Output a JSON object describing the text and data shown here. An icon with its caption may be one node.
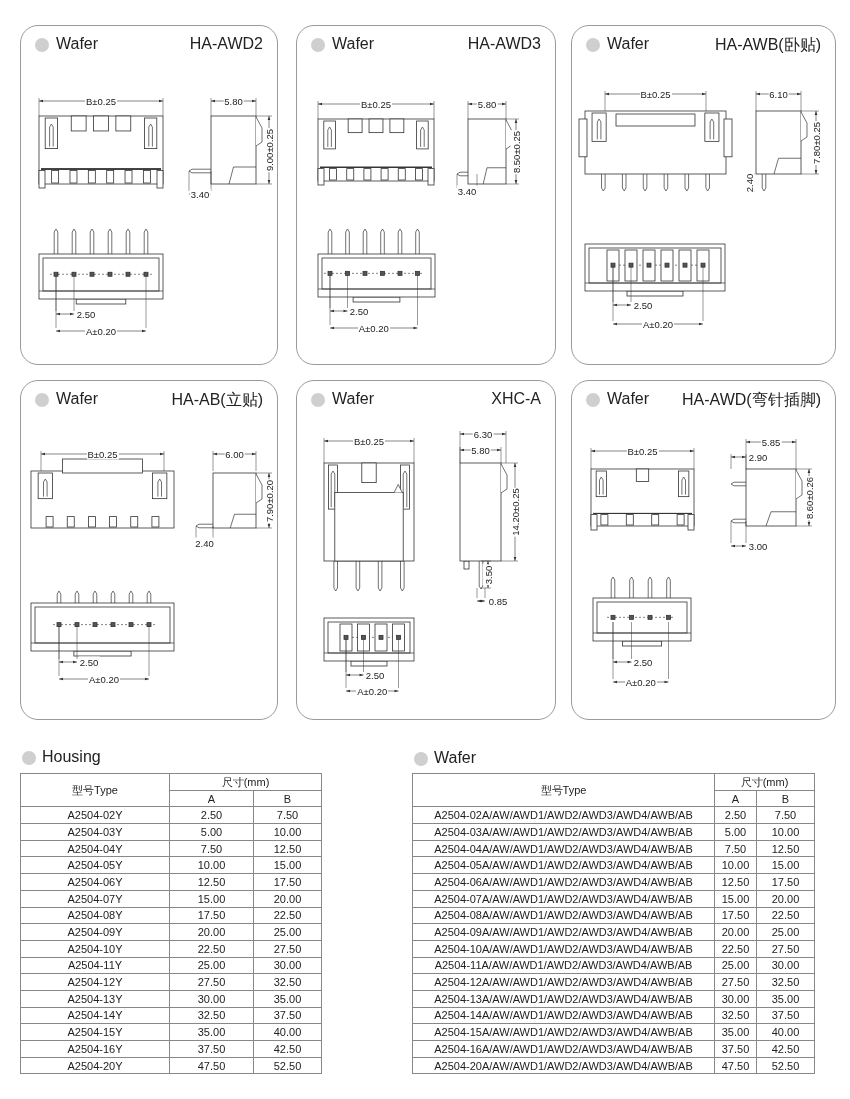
{
  "diagram": {
    "nodes": [
      {
        "text": [
          "Wafer",
          "HA-AWD2"
        ]
      },
      {
        "text": [
          "Wafer",
          "HA-AWD3"
        ]
      },
      {
        "text": [
          "Wafer",
          "HA-AWB(卧贴)"
        ]
      },
      {
        "text": [
          "Wafer",
          "HA-AB(立贴)"
        ]
      },
      {
        "text": [
          "Wafer",
          "XHC-A"
        ]
      },
      {
        "text": [
          "Wafer",
          "HA-AWD(弯针插脚)"
        ]
      }
    ],
    "labels": [
      "B±0.25",
      "5.80",
      "9.00±0.25",
      "3.40",
      "2.50",
      "A±0.20",
      "B±0.25",
      "5.80",
      "8.50±0.25",
      "3.40",
      "2.50",
      "A±0.20",
      "B±0.25",
      "6.10",
      "2.40",
      "7.80±0.25",
      "2.50",
      "A±0.20",
      "B±0.25",
      "6.00",
      "7.90±0.20",
      "2.40",
      "2.50",
      "A±0.20",
      "B±0.25",
      "6.30",
      "5.80",
      "14.20±0.25",
      "3.50",
      "0.85",
      "2.50",
      "A±0.20",
      "B±0.25",
      "5.85",
      "2.90",
      "8.60±0.26",
      "3.00",
      "2.50",
      "A±0.20",
      "Housing",
      "型号Type",
      "尺寸(mm)",
      "A",
      "B",
      "A2504-02Y",
      "2.50",
      "7.50",
      "A2504-03Y",
      "5.00",
      "10.00",
      "A2504-04Y",
      "7.50",
      "12.50",
      "A2504-05Y",
      "10.00",
      "15.00",
      "A2504-06Y",
      "12.50",
      "17.50",
      "A2504-07Y",
      "15.00",
      "20.00",
      "A2504-08Y",
      "17.50",
      "22.50",
      "A2504-09Y",
      "20.00",
      "25.00",
      "A2504-10Y",
      "22.50",
      "27.50",
      "A2504-11Y",
      "25.00",
      "30.00",
      "A2504-12Y",
      "27.50",
      "32.50",
      "A2504-13Y",
      "30.00",
      "35.00",
      "A2504-14Y",
      "32.50",
      "37.50",
      "A2504-15Y",
      "35.00",
      "40.00",
      "A2504-16Y",
      "37.50",
      "42.50",
      "A2504-20Y",
      "47.50",
      "52.50",
      "Wafer",
      "型号Type",
      "尺寸(mm)",
      "A",
      "B",
      "A2504-02A/AW/AWD1/AWD2/AWD3/AWD4/AWB/AB",
      "2.50",
      "7.50",
      "A2504-03A/AW/AWD1/AWD2/AWD3/AWD4/AWB/AB",
      "5.00",
      "10.00",
      "A2504-04A/AW/AWD1/AWD2/AWD3/AWD4/AWB/AB",
      "7.50",
      "12.50",
      "A2504-05A/AW/AWD1/AWD2/AWD3/AWD4/AWB/AB",
      "10.00",
      "15.00",
      "A2504-06A/AW/AWD1/AWD2/AWD3/AWD4/AWB/AB",
      "12.50",
      "17.50",
      "A2504-07A/AW/AWD1/AWD2/AWD3/AWD4/AWB/AB",
      "15.00",
      "20.00",
      "A2504-08A/AW/AWD1/AWD2/AWD3/AWD4/AWB/AB",
      "17.50",
      "22.50",
      "A2504-09A/AW/AWD1/AWD2/AWD3/AWD4/AWB/AB",
      "20.00",
      "25.00",
      "A2504-10A/AW/AWD1/AWD2/AWD3/AWD4/AWB/AB",
      "22.50",
      "27.50",
      "A2504-11A/AW/AWD1/AWD2/AWD3/AWD4/AWB/AB",
      "25.00",
      "30.00",
      "A2504-12A/AW/AWD1/AWD2/AWD3/AWD4/AWB/AB",
      "27.50",
      "32.50",
      "A2504-13A/AW/AWD1/AWD2/AWD3/AWD4/AWB/AB",
      "30.00",
      "35.00",
      "A2504-14A/AW/AWD1/AWD2/AWD3/AWD4/AWB/AB",
      "32.50",
      "37.50",
      "A2504-15A/AW/AWD1/AWD2/AWD3/AWD4/AWB/AB",
      "35.00",
      "40.00",
      "A2504-16A/AW/AWD1/AWD2/AWD3/AWD4/AWB/AB",
      "37.50",
      "42.50",
      "A2504-20A/AW/AWD1/AWD2/AWD3/AWD4/AWB/AB",
      "47.50",
      "52.50"
    ]
  }
}
